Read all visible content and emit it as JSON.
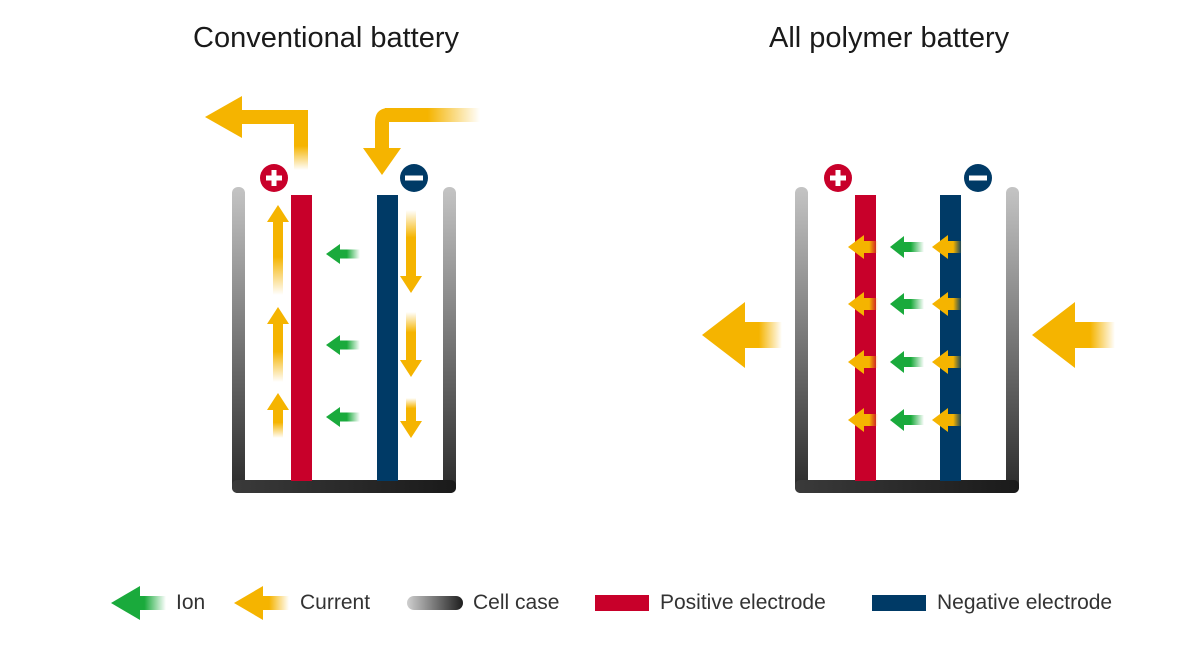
{
  "colors": {
    "ion": "#1aaa3c",
    "current": "#f5b400",
    "positive": "#c8002a",
    "negative": "#003a66",
    "case_light": "#bdbdbd",
    "case_dark": "#222222"
  },
  "panels": [
    {
      "title": "Conventional battery",
      "positive_terminal": "+",
      "negative_terminal": "−"
    },
    {
      "title": "All polymer battery",
      "positive_terminal": "+",
      "negative_terminal": "−"
    }
  ],
  "legend": [
    {
      "label": "Ion",
      "icon": "green-arrow-left-icon"
    },
    {
      "label": "Current",
      "icon": "yellow-arrow-left-icon"
    },
    {
      "label": "Cell case",
      "icon": "gray-gradient-bar-icon"
    },
    {
      "label": "Positive electrode",
      "icon": "red-bar-icon"
    },
    {
      "label": "Negative electrode",
      "icon": "blue-bar-icon"
    }
  ]
}
